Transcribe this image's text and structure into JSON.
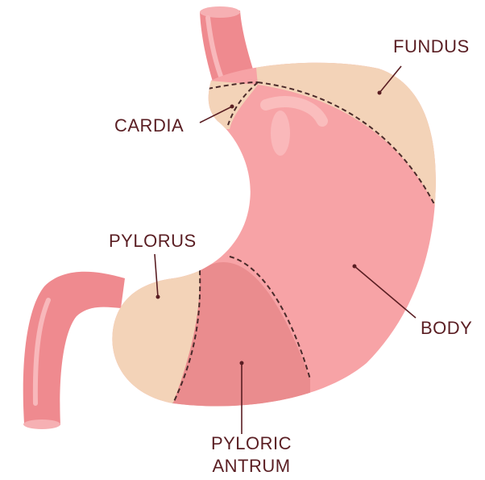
{
  "diagram": {
    "labels": {
      "fundus": "FUNDUS",
      "cardia": "CARDIA",
      "pylorus": "PYLORUS",
      "body": "BODY",
      "pyloric_antrum_line1": "PYLORIC",
      "pyloric_antrum_line2": "ANTRUM"
    },
    "colors": {
      "label_text": "#5a1e23",
      "leader_line": "#5a1e23",
      "esophagus_duodenum": "#ef8a8f",
      "body": "#f7a3a6",
      "fundus_cardia_pylorus": "#f3d3b8",
      "antrum": "#ea8c8e",
      "dashed_boundary": "#4a2a2a"
    }
  }
}
